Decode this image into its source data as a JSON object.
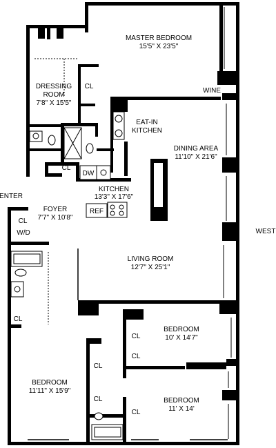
{
  "rooms": {
    "master_bedroom": {
      "name": "MASTER BEDROOM",
      "dims": "15'5\" X 23'5\""
    },
    "dressing_room": {
      "name1": "DRESSING",
      "name2": "ROOM",
      "dims": "7'8\" X 15'5\""
    },
    "eat_in_kitchen": {
      "name1": "EAT-IN",
      "name2": "KITCHEN"
    },
    "dining_area": {
      "name": "DINING AREA",
      "dims": "11'10\" X 21'6\""
    },
    "kitchen": {
      "name": "KITCHEN",
      "dims": "13'3\" X 17'6\""
    },
    "foyer": {
      "name": "FOYER",
      "dims": "7'7\" X 10'8\""
    },
    "living_room": {
      "name": "LIVING ROOM",
      "dims": "12'7\" X 25'1\""
    },
    "bedroom_top_right": {
      "name": "BEDROOM",
      "dims": "10' X 14'7\""
    },
    "bedroom_left": {
      "name": "BEDROOM",
      "dims": "11'11\" X 15'9\""
    },
    "bedroom_bottom_right": {
      "name": "BEDROOM",
      "dims": "11' X 14'"
    }
  },
  "labels": {
    "wine": "WINE",
    "enter": "ENTER",
    "west": "WEST",
    "closet": "CL",
    "dishwasher": "DW",
    "refrigerator": "REF",
    "washer_dryer": "W/D"
  }
}
